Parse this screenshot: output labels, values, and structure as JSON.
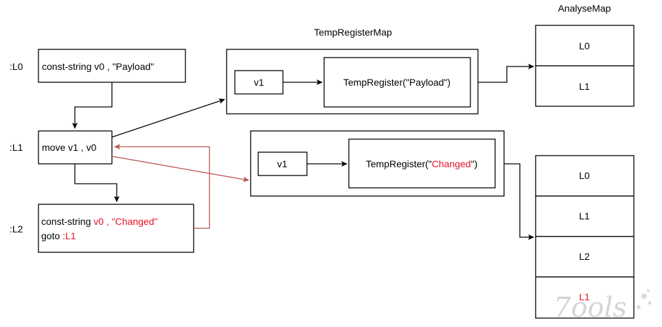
{
  "labels": {
    "l0": ":L0",
    "l1": ":L1",
    "l2": ":L2"
  },
  "instructions": {
    "i0": "const-string v0 , \"Payload\"",
    "i1": "move v1 , v0",
    "i2_prefix": "const-string ",
    "i2_red": "v0 , \"Changed\"",
    "i2_goto_prefix": "goto ",
    "i2_goto_red": ":L1"
  },
  "temp_register_map": {
    "title": "TempRegisterMap",
    "map1": {
      "key": "v1",
      "value": "TempRegister(\"Payload\")"
    },
    "map2": {
      "key": "v1",
      "value_prefix": "TempRegister(\"",
      "value_red": "Changed",
      "value_suffix": "\")"
    }
  },
  "analyse_map": {
    "title": "AnalyseMap",
    "top_rows": [
      "L0",
      "L1"
    ],
    "bottom_rows": [
      "L0",
      "L1",
      "L2"
    ],
    "bottom_last_row_red": "L1"
  },
  "watermark": "7ools",
  "colors": {
    "accent_red": "#e81123",
    "red_arrow": "#b85450",
    "stroke": "#000000"
  }
}
